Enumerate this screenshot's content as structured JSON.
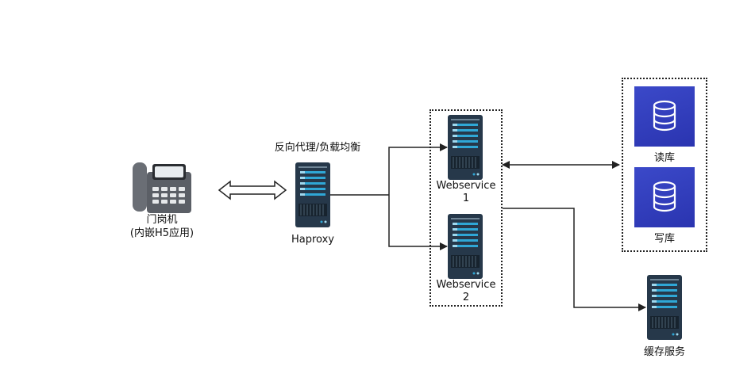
{
  "nodes": {
    "phone": {
      "label_line1": "门岗机",
      "label_line2": "(内嵌H5应用)"
    },
    "haproxy": {
      "caption": "反向代理/负载均衡",
      "label": "Haproxy"
    },
    "webservice1": {
      "label_line1": "Webservice",
      "label_line2": "1"
    },
    "webservice2": {
      "label_line1": "Webservice",
      "label_line2": "2"
    },
    "read_db": {
      "label": "读库"
    },
    "write_db": {
      "label": "写库"
    },
    "cache": {
      "label": "缓存服务"
    }
  },
  "colors": {
    "server_body": "#26384a",
    "server_accent": "#2fa7d6",
    "db_blue": "#3040c0",
    "line": "#222222"
  },
  "icons": {
    "phone": "desk-phone-icon",
    "server": "server-tower-icon",
    "database": "database-icon"
  }
}
